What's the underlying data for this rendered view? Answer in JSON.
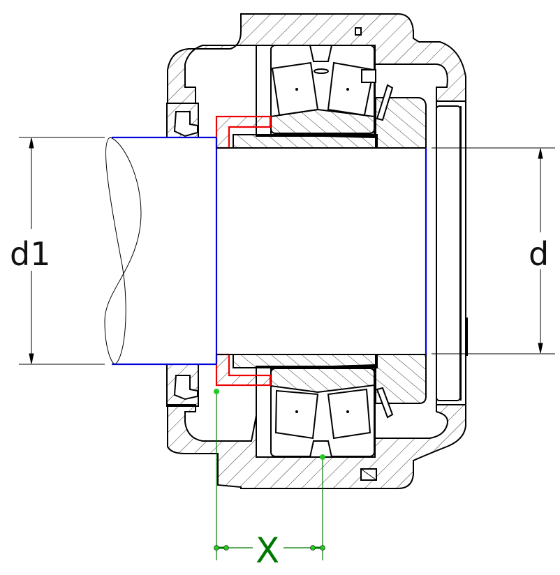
{
  "diagram": {
    "type": "engineering-section-drawing",
    "subject": "bearing housing with adapter sleeve on shaft",
    "labels": {
      "shaft_diameter": "d1",
      "bore_diameter": "d",
      "offset": "X"
    },
    "colors": {
      "outline": "#000000",
      "shaft": "#0000dd",
      "adapter_sleeve": "#ee0000",
      "dimension_x": "#007700",
      "dimension_point": "#22cc22",
      "background": "#ffffff"
    },
    "components": [
      "shaft",
      "housing",
      "spherical-roller-bearing",
      "adapter-sleeve",
      "lock-nut",
      "seal",
      "end-cover"
    ]
  }
}
